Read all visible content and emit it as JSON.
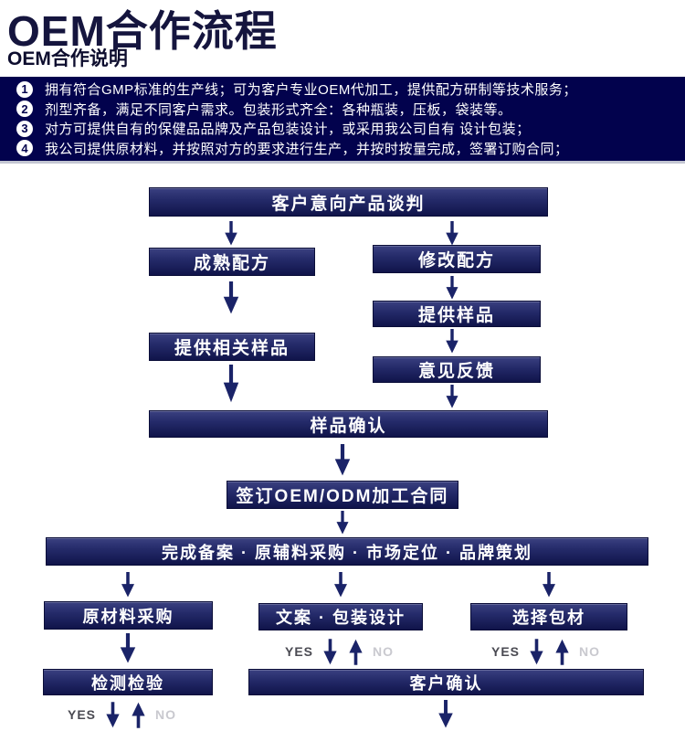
{
  "page": {
    "title": "OEM合作流程",
    "subtitle": "OEM合作说明"
  },
  "notes": {
    "items": [
      {
        "num": "1",
        "text": "拥有符合GMP标准的生产线；可为客户专业OEM代加工，提供配方研制等技术服务；"
      },
      {
        "num": "2",
        "text": "剂型齐备，满足不同客户需求。包装形式齐全：各种瓶装，压板，袋装等。"
      },
      {
        "num": "3",
        "text": "对方可提供自有的保健品品牌及产品包装设计，或采用我公司自有 设计包装；"
      },
      {
        "num": "4",
        "text": "我公司提供原材料，并按照对方的要求进行生产，并按时按量完成，签署订购合同；"
      }
    ]
  },
  "flow": {
    "nodes": {
      "negotiation": "客户意向产品谈判",
      "mature_formula": "成熟配方",
      "modify_formula": "修改配方",
      "provide_samples": "提供样品",
      "provide_related_samples": "提供相关样品",
      "feedback": "意见反馈",
      "sample_confirm": "样品确认",
      "sign_contract": "签订OEM/ODM加工合同",
      "filing": "完成备案 · 原辅料采购 · 市场定位 · 品牌策划",
      "raw_material": "原材料采购",
      "copy_packaging": "文案 · 包装设计",
      "select_packaging": "选择包材",
      "inspection": "检测检验",
      "customer_confirm": "客户确认"
    },
    "labels": {
      "yes": "YES",
      "no": "NO"
    }
  },
  "colors": {
    "banner_bg": "#02024d",
    "node_fill": "#242a69",
    "arrow": "#1a2368",
    "yes_text": "#4a4a52",
    "no_text": "#c9c9cf"
  }
}
